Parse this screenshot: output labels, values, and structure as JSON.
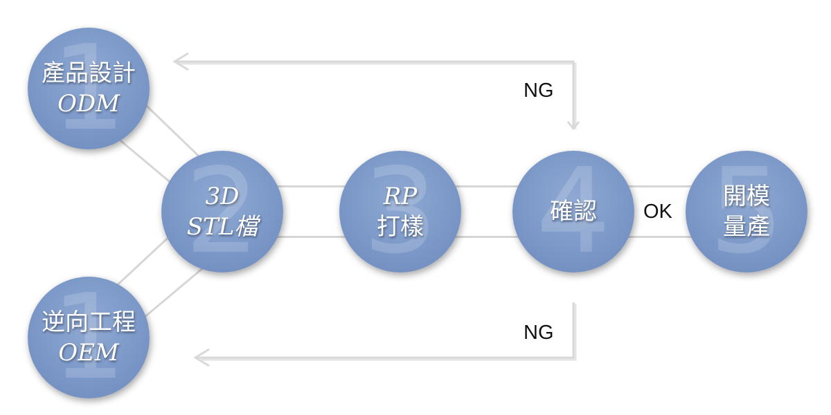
{
  "nodes": {
    "odm": {
      "number": "1",
      "line1": "產品設計",
      "line2": "ODM"
    },
    "oem": {
      "number": "1",
      "line1": "逆向工程",
      "line2": "OEM"
    },
    "stl": {
      "number": "2",
      "line1": "3D",
      "line2": "STL檔"
    },
    "rp": {
      "number": "3",
      "line1": "RP",
      "line2": "打樣"
    },
    "confirm": {
      "number": "4",
      "line1": "確認"
    },
    "mold": {
      "number": "5",
      "line1": "開模",
      "line2": "量產"
    }
  },
  "labels": {
    "ng_top": "NG",
    "ng_bottom": "NG",
    "ok": "OK"
  },
  "colors": {
    "node_fill": "#7b98c8",
    "connector": "#d6d6d6",
    "text": "#ffffff"
  }
}
